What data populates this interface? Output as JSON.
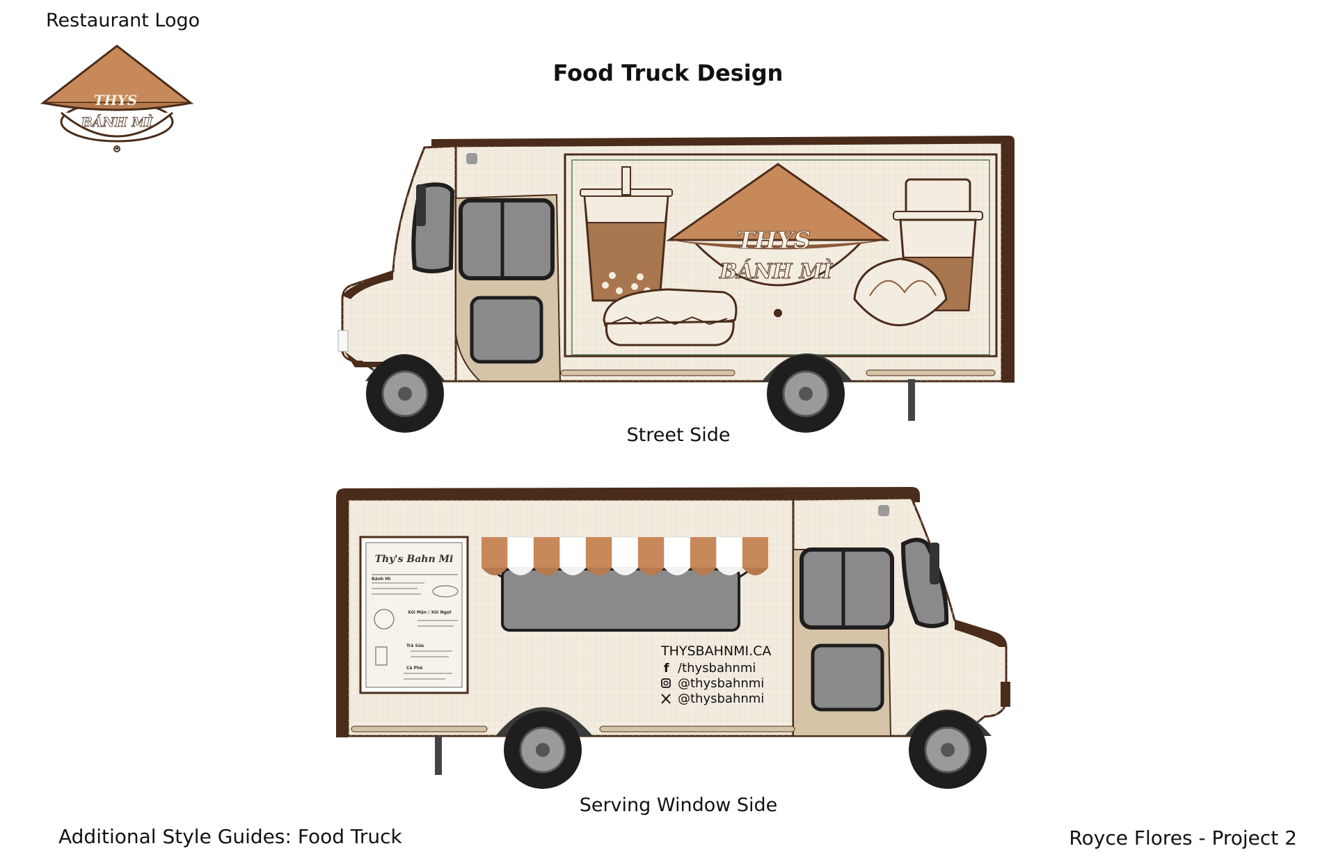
{
  "header": {
    "logo_caption": "Restaurant Logo",
    "title": "Food Truck Design"
  },
  "logo": {
    "brand_line1": "THYS",
    "brand_line2": "BÁNH MÌ",
    "icon": "conical-hat-logo"
  },
  "trucks": {
    "street_side_caption": "Street Side",
    "serving_window_caption": "Serving Window Side"
  },
  "menu_board": {
    "title": "Thy's Bahn Mi",
    "sections": [
      "Bánh Mì",
      "Xôi Mặn / Xôi Ngọt",
      "Trà Sữa",
      "Cà Phê"
    ]
  },
  "contact": {
    "website": "THYSBAHNMI.CA",
    "facebook": "/thysbahnmi",
    "instagram": "@thysbahnmi",
    "x": "@thysbahnmi"
  },
  "footer": {
    "left": "Additional Style Guides: Food Truck",
    "right": "Royce Flores - Project 2"
  },
  "colors": {
    "body_cream": "#f3ece0",
    "trim_brown": "#4a2c1a",
    "hat_orange": "#c8895a",
    "tan_panel": "#d6c4a8",
    "window_gray": "#8a8a8a",
    "tire_black": "#1e1e1e"
  }
}
